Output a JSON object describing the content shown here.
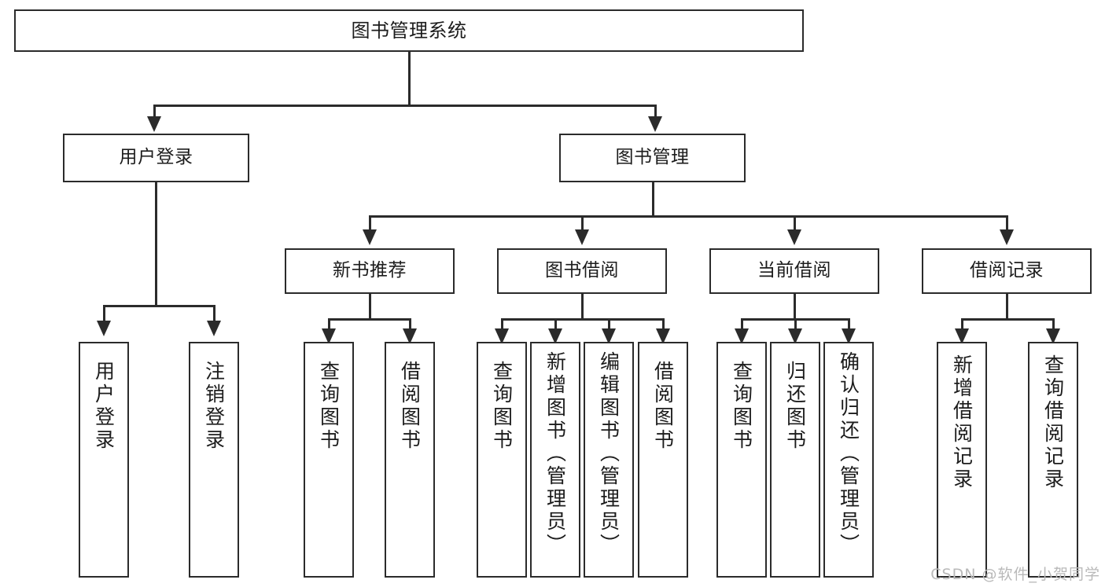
{
  "diagram": {
    "title": "图书管理系统",
    "type": "tree",
    "root": {
      "label": "图书管理系统"
    },
    "level2": [
      {
        "label": "用户登录"
      },
      {
        "label": "图书管理"
      }
    ],
    "level3": [
      {
        "label": "新书推荐"
      },
      {
        "label": "图书借阅"
      },
      {
        "label": "当前借阅"
      },
      {
        "label": "借阅记录"
      }
    ],
    "leaves": {
      "user_login": [
        {
          "label": "用户登录"
        },
        {
          "label": "注销登录"
        }
      ],
      "new_book_recommend": [
        {
          "label": "查询图书"
        },
        {
          "label": "借阅图书"
        }
      ],
      "book_borrow": [
        {
          "label": "查询图书"
        },
        {
          "label": "新增图书（管理员）"
        },
        {
          "label": "编辑图书（管理员）"
        },
        {
          "label": "借阅图书"
        }
      ],
      "current_borrow": [
        {
          "label": "查询图书"
        },
        {
          "label": "归还图书"
        },
        {
          "label": "确认归还（管理员）"
        }
      ],
      "borrow_record": [
        {
          "label": "新增借阅记录"
        },
        {
          "label": "查询借阅记录"
        }
      ]
    }
  },
  "watermark": {
    "text": "CSDN @软件_小贺同学"
  },
  "colors": {
    "stroke": "#2b2b2b",
    "background": "#ffffff",
    "text": "#1c1c1c",
    "watermark": "#b9b9b9"
  }
}
